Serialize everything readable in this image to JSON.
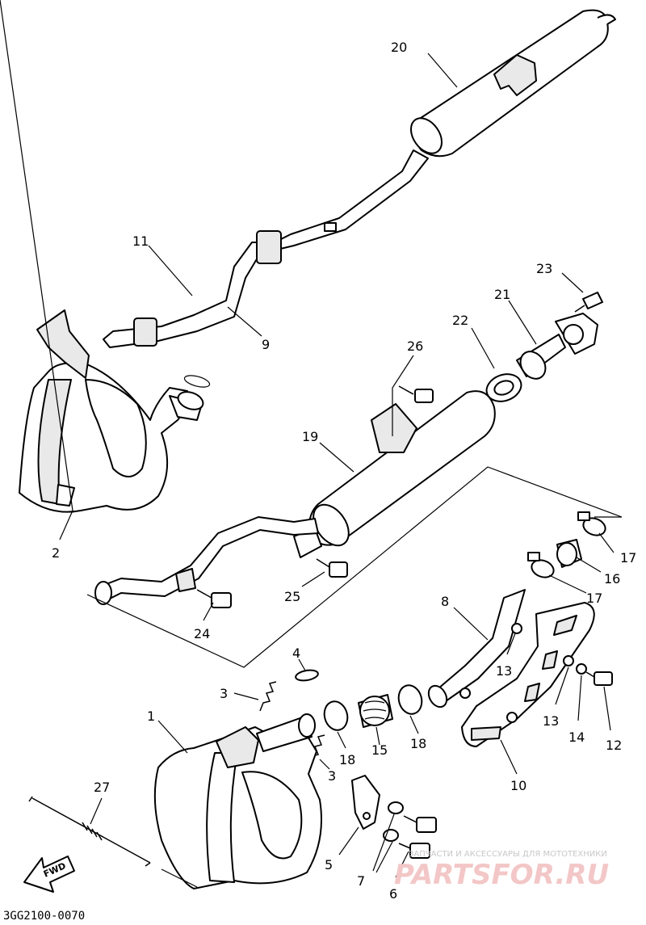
{
  "diagram": {
    "callouts": [
      {
        "id": "c20",
        "text": "20"
      },
      {
        "id": "c11",
        "text": "11"
      },
      {
        "id": "c9",
        "text": "9"
      },
      {
        "id": "c23",
        "text": "23"
      },
      {
        "id": "c21",
        "text": "21"
      },
      {
        "id": "c22",
        "text": "22"
      },
      {
        "id": "c26",
        "text": "26"
      },
      {
        "id": "c19",
        "text": "19"
      },
      {
        "id": "c2",
        "text": "2"
      },
      {
        "id": "c17a",
        "text": "17"
      },
      {
        "id": "c16",
        "text": "16"
      },
      {
        "id": "c17b",
        "text": "17"
      },
      {
        "id": "c25",
        "text": "25"
      },
      {
        "id": "c24",
        "text": "24"
      },
      {
        "id": "c8",
        "text": "8"
      },
      {
        "id": "c13a",
        "text": "13"
      },
      {
        "id": "c4",
        "text": "4"
      },
      {
        "id": "c3a",
        "text": "3"
      },
      {
        "id": "c1",
        "text": "1"
      },
      {
        "id": "c18a",
        "text": "18"
      },
      {
        "id": "c15",
        "text": "15"
      },
      {
        "id": "c18b",
        "text": "18"
      },
      {
        "id": "c13b",
        "text": "13"
      },
      {
        "id": "c14",
        "text": "14"
      },
      {
        "id": "c12",
        "text": "12"
      },
      {
        "id": "c3b",
        "text": "3"
      },
      {
        "id": "c10",
        "text": "10"
      },
      {
        "id": "c27",
        "text": "27"
      },
      {
        "id": "c5",
        "text": "5"
      },
      {
        "id": "c7",
        "text": "7"
      },
      {
        "id": "c6",
        "text": "6"
      }
    ],
    "fwd_label": "FWD",
    "diagram_code": "3GG2100-0070"
  },
  "watermark": {
    "tagline": "ЗАПЧАСТИ И АКСЕССУАРЫ ДЛЯ МОТОТЕХНИКИ",
    "logo": "PARTSFOR.RU",
    "color": "#f3c7c7"
  }
}
